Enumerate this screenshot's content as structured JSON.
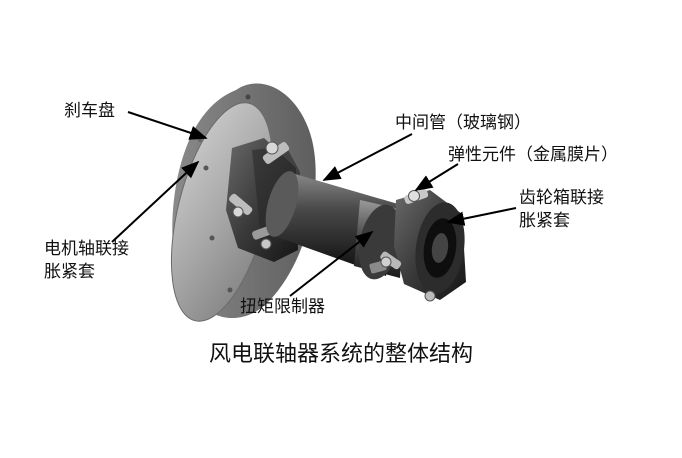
{
  "labels": {
    "brake_disc": "刹车盘",
    "motor_shaft_sleeve": [
      "电机轴联接",
      "胀紧套"
    ],
    "middle_tube": "中间管（玻璃钢）",
    "elastic_element": "弹性元件（金属膜片）",
    "gearbox_sleeve": [
      "齿轮箱联接",
      "胀紧套"
    ],
    "torque_limiter": "扭矩限制器"
  },
  "caption": "风电联轴器系统的整体结构",
  "colors": {
    "text": "#111111",
    "metal_dark": "#3a3a3a",
    "metal_mid": "#6e6e6e",
    "disc": "#9a9a9a"
  }
}
